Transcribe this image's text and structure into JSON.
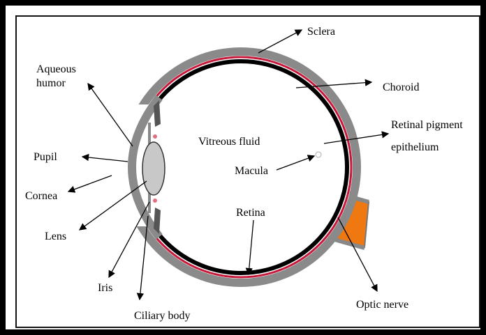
{
  "labels": {
    "sclera": "Sclera",
    "aqueous_1": "Aqueous",
    "aqueous_2": "humor",
    "choroid": "Choroid",
    "retinal_pigment_1": "Retinal pigment",
    "retinal_pigment_2": "epithelium",
    "vitreous": "Vitreous fluid",
    "pupil": "Pupil",
    "macula": "Macula",
    "cornea": "Cornea",
    "lens": "Lens",
    "retina": "Retina",
    "iris": "Iris",
    "ciliary_body": "Ciliary body",
    "optic_nerve": "Optic nerve"
  },
  "colors": {
    "sclera": "#8a8a8a",
    "retina": "#000000",
    "choroid": "#c8183a",
    "optic_nerve": "#f07810",
    "lens": "#c8c8c8"
  }
}
